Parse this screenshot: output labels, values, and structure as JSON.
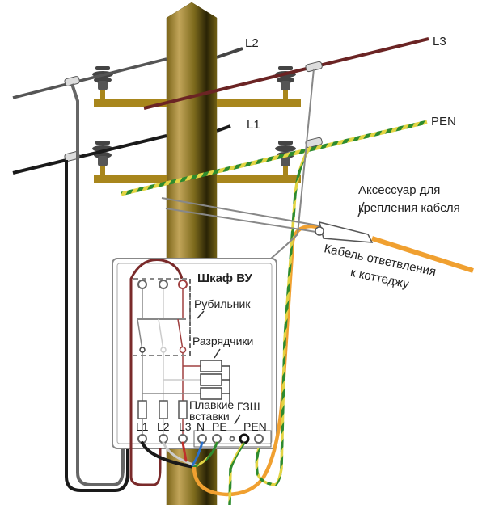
{
  "wires": {
    "l1": "L1",
    "l2": "L2",
    "l3": "L3",
    "pen": "PEN"
  },
  "cabinet": {
    "title": "Шкаф ВУ",
    "switch_label": "Рубильник",
    "arresters_label": "Разрядчики",
    "fuses_label_line1": "Плавкие",
    "fuses_label_line2": "вставки",
    "grounding_bus_label": "ГЗШ",
    "terminals": [
      "L1",
      "L2",
      "L3",
      "N",
      "PE",
      "PEN"
    ]
  },
  "annotations": {
    "accessory_line1": "Аксессуар для",
    "accessory_line2": "крепления кабеля",
    "branch_cable_line1": "Кабель ответвления",
    "branch_cable_line2": "к коттеджу"
  },
  "colors": {
    "pole": "#8a7320",
    "crossarm": "#a8861c",
    "wire_l1": "#1a1a1a",
    "wire_l2": "#555555",
    "wire_l3": "#6b2424",
    "wire_pen_green": "#2e8b2e",
    "wire_pen_yellow": "#e8d84a",
    "branch_cable": "#f0a030",
    "neutral_blue": "#2a6fc9"
  }
}
